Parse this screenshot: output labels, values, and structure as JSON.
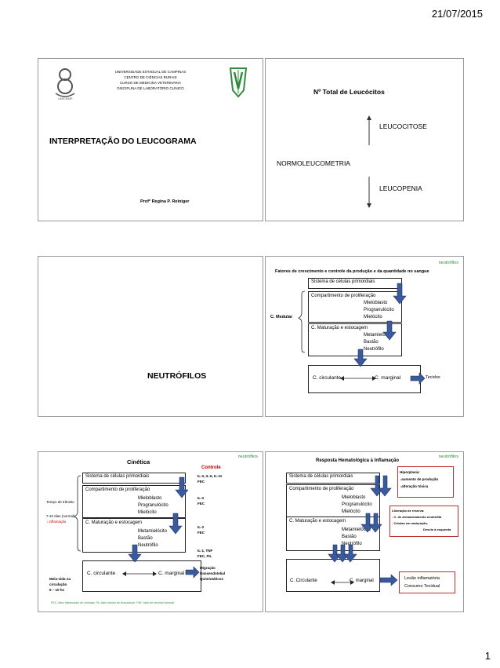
{
  "header": {
    "date": "21/07/2015"
  },
  "footer": {
    "page_number": "1"
  },
  "slide1": {
    "institution": [
      "UNIVERSIDADE ESTADUAL DE CAMPINAS",
      "CENTRO DE CIÊNCIAS RURAIS",
      "CURSO DE MEDICINA VETERINÁRIA",
      "DISCIPLINA DE LABORATÓRIO CLÍNICO"
    ],
    "logo_text": "UNICAMP",
    "title": "INTERPRETAÇÃO DO LEUCOGRAMA",
    "author": "Profª Regina P. Reiniger"
  },
  "slide2": {
    "title": "Nº Total de Leucócitos",
    "up": "LEUCOCITOSE",
    "middle": "NORMOLEUCOMETRIA",
    "down": "LEUCOPENIA"
  },
  "slide3": {
    "title": "NEUTRÓFILOS"
  },
  "slide4": {
    "tag": "neutrófilos",
    "title": "Fatores de crescimento e controle da produção e da quantidade no sangue",
    "medular": "C. Medular",
    "stem": "Sistema de células primordiais",
    "prolif": "Compartimento de proliferação",
    "prolif_cells": [
      "Mieloblasto",
      "Progranulócito",
      "Mielócito"
    ],
    "matur": "C. Maturação e estocagem",
    "matur_cells": [
      "Metamielócito",
      "Bastão",
      "Neutrófilo"
    ],
    "circ": "C. circulante",
    "marg": "C. marginal",
    "tissue": "Tecidos"
  },
  "slide5": {
    "tag": "neutrófilos",
    "title": "Cinética",
    "control": "Controle",
    "stem": "Sistema de células primordiais",
    "prolif": "Compartimento de proliferação",
    "prolif_cells": [
      "Mieloblasto",
      "Progranulócito",
      "Mielócito"
    ],
    "matur": "C. Maturação e estocagem",
    "matur_cells": [
      "Metamielócito",
      "Bastão",
      "Neutrófilo"
    ],
    "transit": "Tempo de trânsito",
    "transit_time": "7-10 dias (normal)",
    "inflam": "↓ inflamação",
    "half_life": [
      "Meia-vida na",
      "circulação",
      "6 – 10 hs"
    ],
    "circ": "C. circulante",
    "marg": "C. marginal",
    "controls": [
      "IL-3, IL-6, IL-11",
      "FEC",
      "IL-3",
      "FEC",
      "IL-3",
      "FEC",
      "IL-1, TNF",
      "FEC, FIL"
    ],
    "migration": [
      "Migração",
      "transendotelial",
      "Quimiotáticos"
    ],
    "footnote": "FEC- fator estimulador de colônias; FIL-fator indutor de leucocitose; TNF- fator de necrose tumoral"
  },
  "slide6": {
    "tag": "neutrófilos",
    "title": "Resposta Hematológica à Inflamação",
    "stem": "Sistema de células primordiais",
    "prolif": "Compartimento de proliferação",
    "prolif_cells": [
      "Mieloblasto",
      "Progranulócito",
      "Mielócito"
    ],
    "matur": "C. Maturação e estocagem",
    "matur_cells": [
      "Metamielócito",
      "Bastão",
      "Neutrófilo"
    ],
    "hyper": [
      "Hiperplasia:",
      "↓aumento de produção",
      "↓alteração tóxica"
    ],
    "release": [
      "Liberação de reserva:",
      "- C. de armazenamento neutrofila",
      "- Células em maturação-",
      "Desvio à esquerda"
    ],
    "circ": "C. Circulante",
    "marg": "C. marginal",
    "lesion": [
      "Lesão inflamatória",
      "Consumo Tecidual"
    ]
  },
  "colors": {
    "arrow_fill": "#3a5a9c",
    "arrow_stroke": "#1f3566",
    "accent_green": "#2e8b3a",
    "accent_red": "#c00000"
  }
}
